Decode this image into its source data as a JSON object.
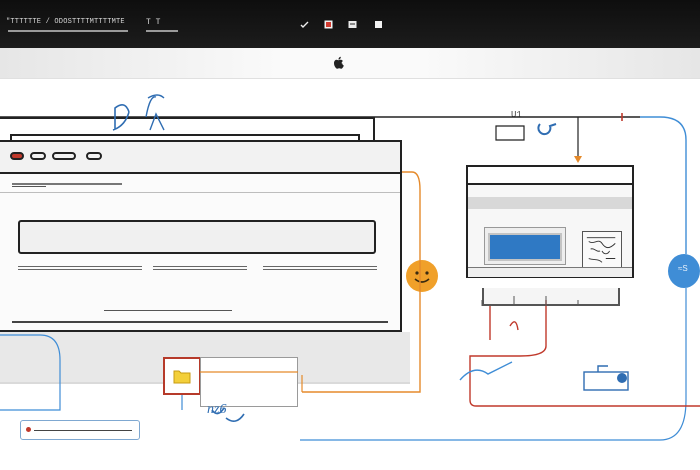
{
  "topbar": {
    "title": "\"TTTTTTE / ODOSTTTTMTTTTMTE",
    "code": "T  T"
  },
  "diagram": {
    "smiley_glyph": "☺",
    "label_u1": "U1",
    "doodle_text": "nz6",
    "badge_text": "≈S"
  },
  "colors": {
    "topbar": "#111111",
    "accent_orange": "#e58a2b",
    "accent_blue": "#3f8dd6",
    "accent_red": "#c0392b",
    "smiley": "#f0a02a"
  },
  "icons": [
    "apple-icon",
    "red-square-icon",
    "white-square-icon",
    "white-square-icon",
    "smiley-icon",
    "folder-icon",
    "mail-icon"
  ]
}
